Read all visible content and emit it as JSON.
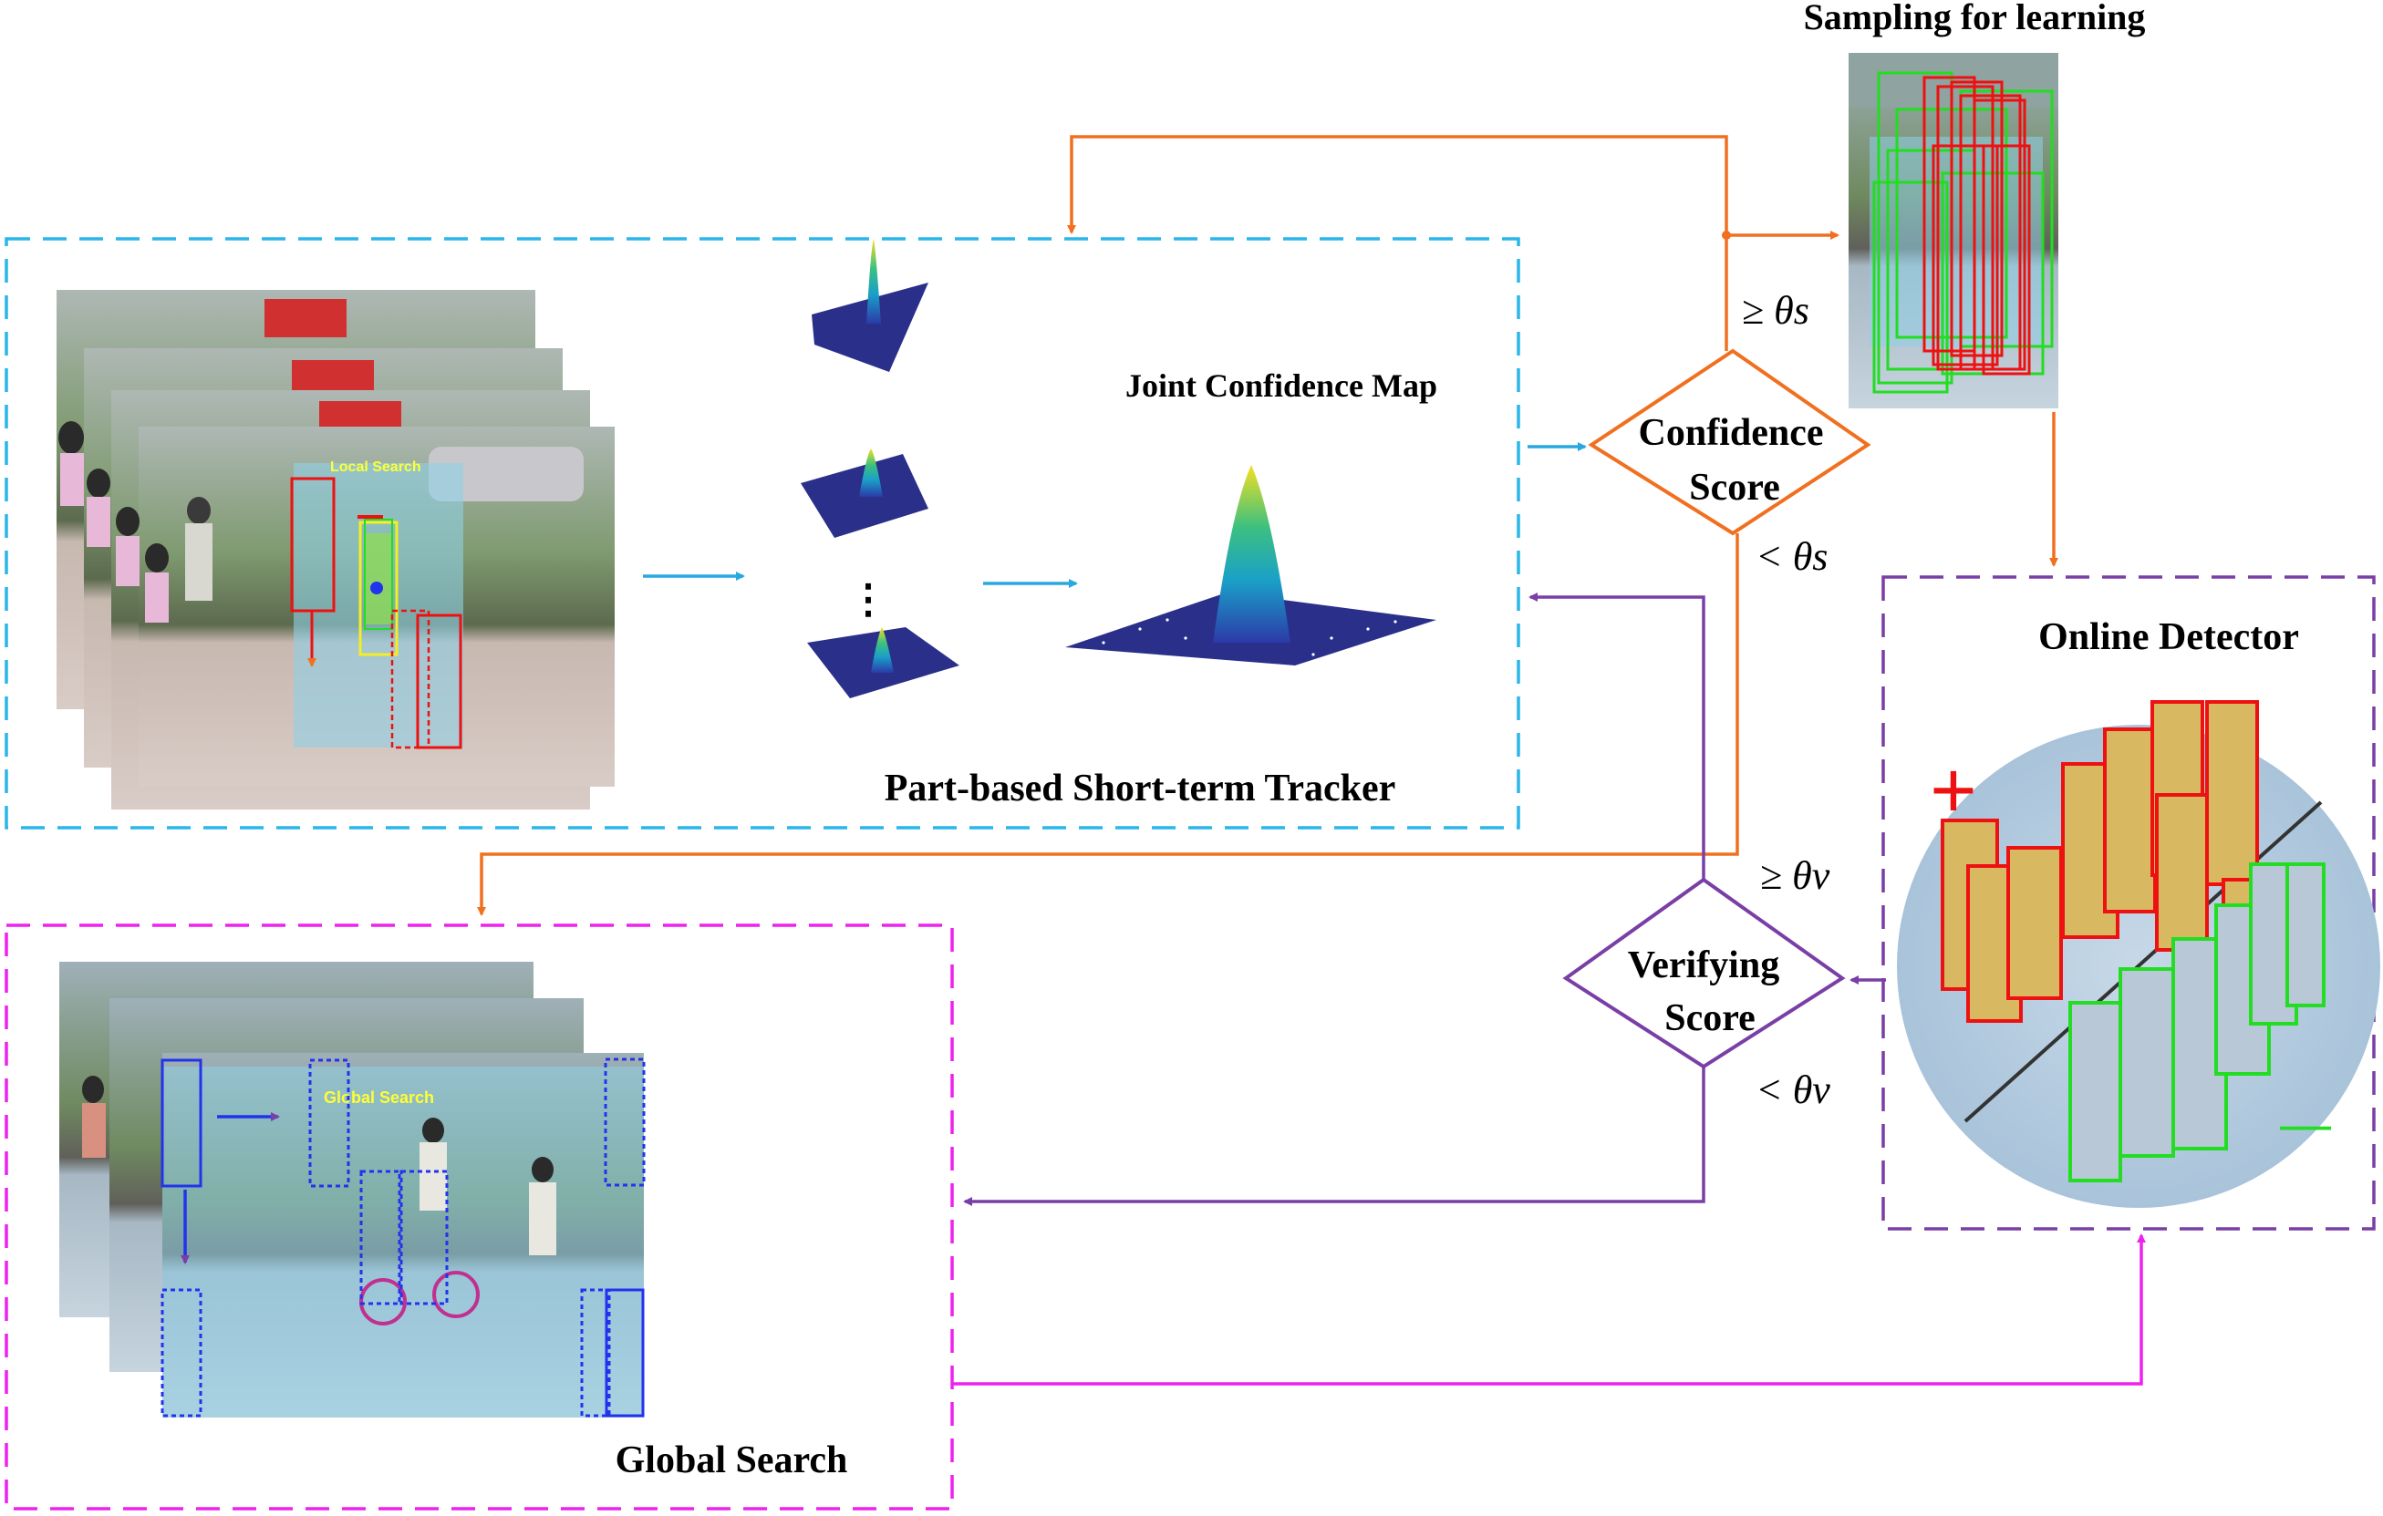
{
  "labels": {
    "sampling": "Sampling for learning",
    "joint_map": "Joint Confidence Map",
    "tracker": "Part-based Short-term Tracker",
    "confidence_score_line1": "Confidence",
    "confidence_score_line2": "Score",
    "verifying_score_line1": "Verifying",
    "verifying_score_line2": "Score",
    "online_detector": "Online Detector",
    "global_search": "Global Search",
    "local_search_tag": "Local Search",
    "global_search_tag": "Global Search",
    "ge_theta_s": "≥ θs",
    "lt_theta_s": "< θs",
    "ge_theta_v": "≥ θv",
    "lt_theta_v": "< θv",
    "plus_sign": "+",
    "minus_sign": "—",
    "dots": "⋮"
  },
  "colors": {
    "tracker_border": "#29b6e8",
    "global_border": "#ee22ee",
    "detector_border": "#7a3fa6",
    "orange_flow": "#f07020",
    "purple_flow": "#7a3fa6",
    "magenta_flow": "#ee22ee",
    "cyan_flow": "#29a8e0",
    "positive_box": "#ee1111",
    "negative_box": "#22dd22"
  }
}
